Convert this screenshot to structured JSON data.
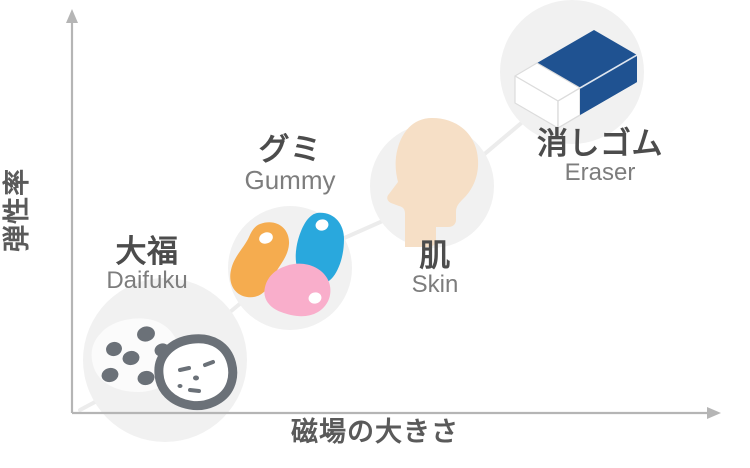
{
  "chart_data": {
    "type": "scatter",
    "title": "",
    "xlabel": "磁場の大きさ",
    "ylabel": "弾性率",
    "grid": false,
    "legend": "none",
    "axis_style": "arrow",
    "note": "Conceptual positioning chart: four materials ordered along a rising diagonal trend line.",
    "categories": [
      "大福",
      "グミ",
      "肌",
      "消しゴム"
    ],
    "categories_en": [
      "Daifuku",
      "Gummy",
      "Skin",
      "Eraser"
    ],
    "points": [
      {
        "label_jp": "大福",
        "label_en": "Daifuku",
        "x": 1,
        "y": 1,
        "icon": "daifuku-icon"
      },
      {
        "label_jp": "グミ",
        "label_en": "Gummy",
        "x": 2,
        "y": 2,
        "icon": "gummy-icon"
      },
      {
        "label_jp": "肌",
        "label_en": "Skin",
        "x": 3,
        "y": 3,
        "icon": "skin-head-icon"
      },
      {
        "label_jp": "消しゴム",
        "label_en": "Eraser",
        "x": 4,
        "y": 4,
        "icon": "eraser-icon"
      }
    ],
    "xlim": [
      0,
      5
    ],
    "ylim": [
      0,
      5
    ]
  },
  "axes": {
    "x_label": "磁場の大きさ",
    "y_label": "弾性率"
  },
  "nodes": {
    "daifuku": {
      "jp": "大福",
      "en": "Daifuku"
    },
    "gummy": {
      "jp": "グミ",
      "en": "Gummy"
    },
    "skin": {
      "jp": "肌",
      "en": "Skin"
    },
    "eraser": {
      "jp": "消しゴム",
      "en": "Eraser"
    }
  },
  "icons": {
    "daifuku": "daifuku-icon",
    "gummy": "gummy-candies-icon",
    "skin": "head-profile-icon",
    "eraser": "eraser-3d-icon",
    "x_axis_arrow": "arrow-right-icon",
    "y_axis_arrow": "arrow-up-icon"
  },
  "colors": {
    "axis": "#b5b5b5",
    "bubble_bg": "#f1f1f1",
    "connector": "#ececec",
    "text_jp": "#4c4c4c",
    "text_en": "#7d7d7d",
    "gummy_orange": "#f5ac4f",
    "gummy_blue": "#29a8dd",
    "gummy_pink": "#f9aecb",
    "skin": "#f6dfc6",
    "eraser_blue": "#1f5291",
    "eraser_white": "#ffffff",
    "daifuku_gray": "#6b7178",
    "daifuku_white": "#fbfbfb"
  }
}
